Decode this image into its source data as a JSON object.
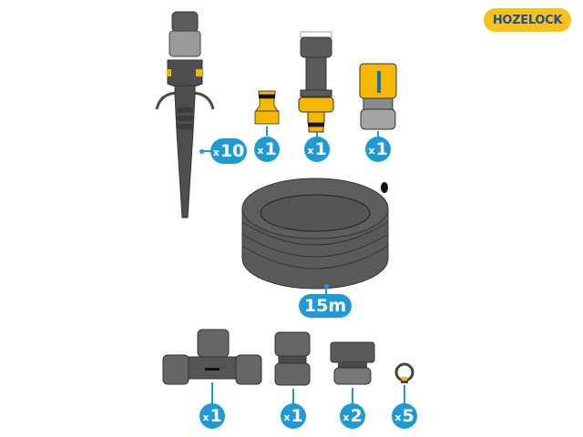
{
  "brand": {
    "name": "HOZELOCK",
    "color": "#f7c21a",
    "text_color": "#1f4e9a"
  },
  "accent_color": "#1e9bd7",
  "components": [
    {
      "id": "sprinkler-stake",
      "icon": "sprinkler-stake-icon",
      "qty_prefix": "x",
      "qty": "10"
    },
    {
      "id": "tap-connector-small",
      "icon": "tap-connector-icon",
      "qty_prefix": "x",
      "qty": "1"
    },
    {
      "id": "threaded-tap-connector",
      "icon": "threaded-tap-connector-icon",
      "qty_prefix": "x",
      "qty": "1"
    },
    {
      "id": "hose-end-connector",
      "icon": "hose-connector-icon",
      "qty_prefix": "x",
      "qty": "1"
    },
    {
      "id": "hose",
      "icon": "hose-coil-icon",
      "qty": "15m"
    },
    {
      "id": "tee-connector",
      "icon": "tee-connector-icon",
      "qty_prefix": "x",
      "qty": "1"
    },
    {
      "id": "hose-repair-connector",
      "icon": "repair-connector-icon",
      "qty_prefix": "x",
      "qty": "1"
    },
    {
      "id": "end-stop",
      "icon": "end-stop-icon",
      "qty_prefix": "x",
      "qty": "2"
    },
    {
      "id": "hose-clip",
      "icon": "hose-clip-icon",
      "qty_prefix": "x",
      "qty": "5"
    }
  ]
}
